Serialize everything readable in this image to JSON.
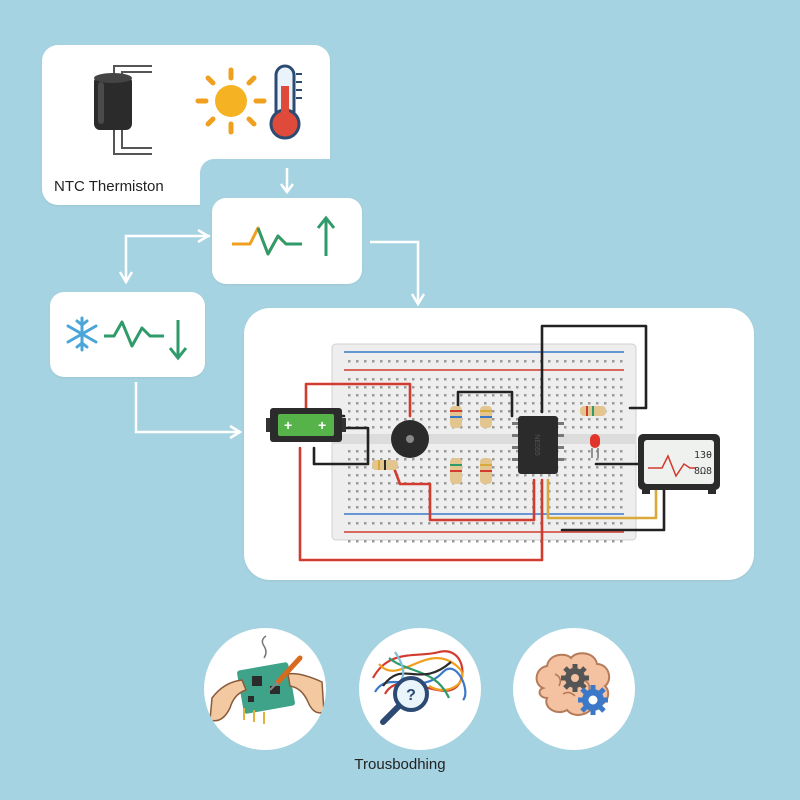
{
  "thermistor": {
    "label": "NTC Thermiston"
  },
  "troubleshooting": {
    "label": "Trousbodhing"
  },
  "meter": {
    "line1": "13θ",
    "line2": "8Ω8"
  },
  "chip": {
    "label": "NE555"
  },
  "icons": {
    "thermistor": "thermistor-component-icon",
    "sun": "sun-icon",
    "thermometer": "thermometer-icon",
    "snowflake": "snowflake-icon",
    "signal": "signal-wave-icon",
    "arrow_up": "arrow-up-icon",
    "arrow_down": "arrow-down-icon",
    "hands": "hands-soldering-icon",
    "tangled": "tangled-wires-magnifier-icon",
    "brain": "brain-gears-icon"
  },
  "colors": {
    "background": "#a6d3e1",
    "accent_orange": "#f0a020",
    "accent_green": "#2f9a6a",
    "wire_red": "#d23b2f",
    "wire_black": "#222222",
    "wire_yellow": "#d9a93a"
  }
}
